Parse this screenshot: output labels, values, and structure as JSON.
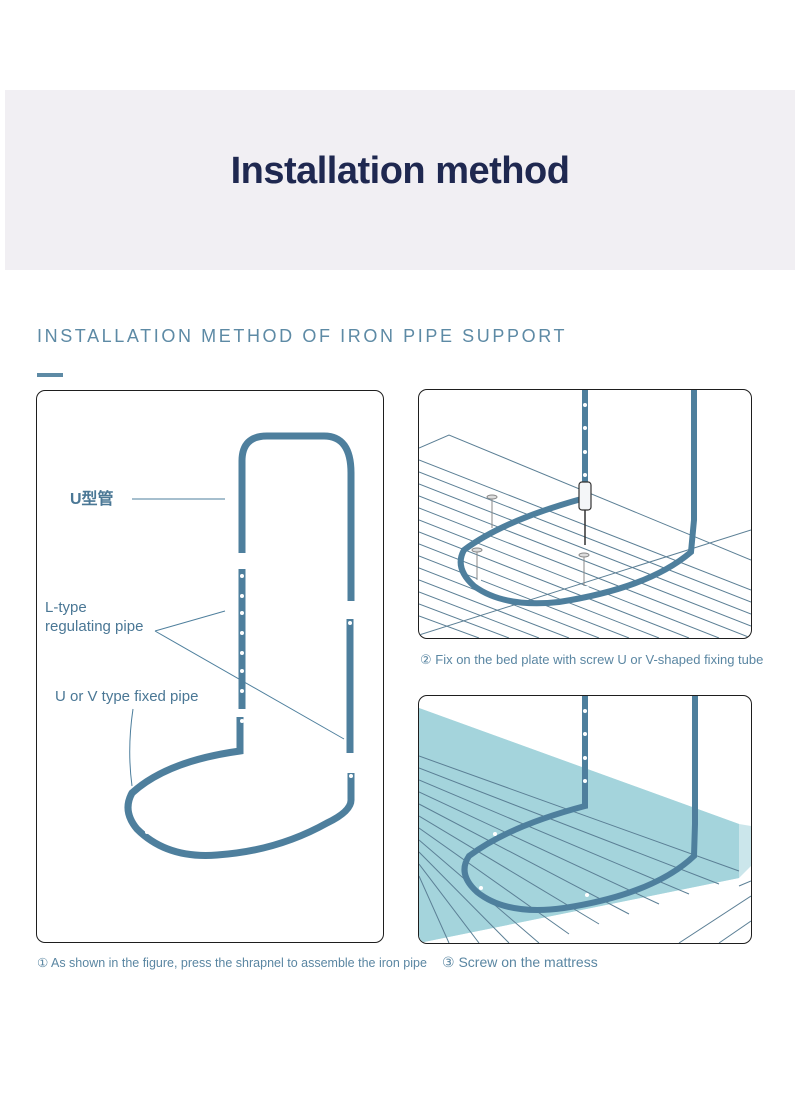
{
  "banner": {
    "title": "Installation method"
  },
  "section": {
    "heading": "INSTALLATION METHOD OF IRON PIPE SUPPORT"
  },
  "panel1": {
    "label_u_pipe": "U型管",
    "label_l_type_line1": "L-type",
    "label_l_type_line2": "regulating pipe",
    "label_uv_fixed": "U or V type fixed pipe"
  },
  "captions": {
    "step1": "① As shown in the figure, press the shrapnel to assemble the iron pipe",
    "step2": "② Fix on the bed plate with screw U or V-shaped fixing tube",
    "step3": "③ Screw on the mattress"
  },
  "colors": {
    "pipe": "#4e7f9d",
    "accent": "#5d8aa5",
    "title": "#1f2850",
    "banner_bg": "#f1eff3",
    "mattress": "#9fd1d9"
  },
  "icons": [
    "screwdriver-icon",
    "screw-icon"
  ]
}
